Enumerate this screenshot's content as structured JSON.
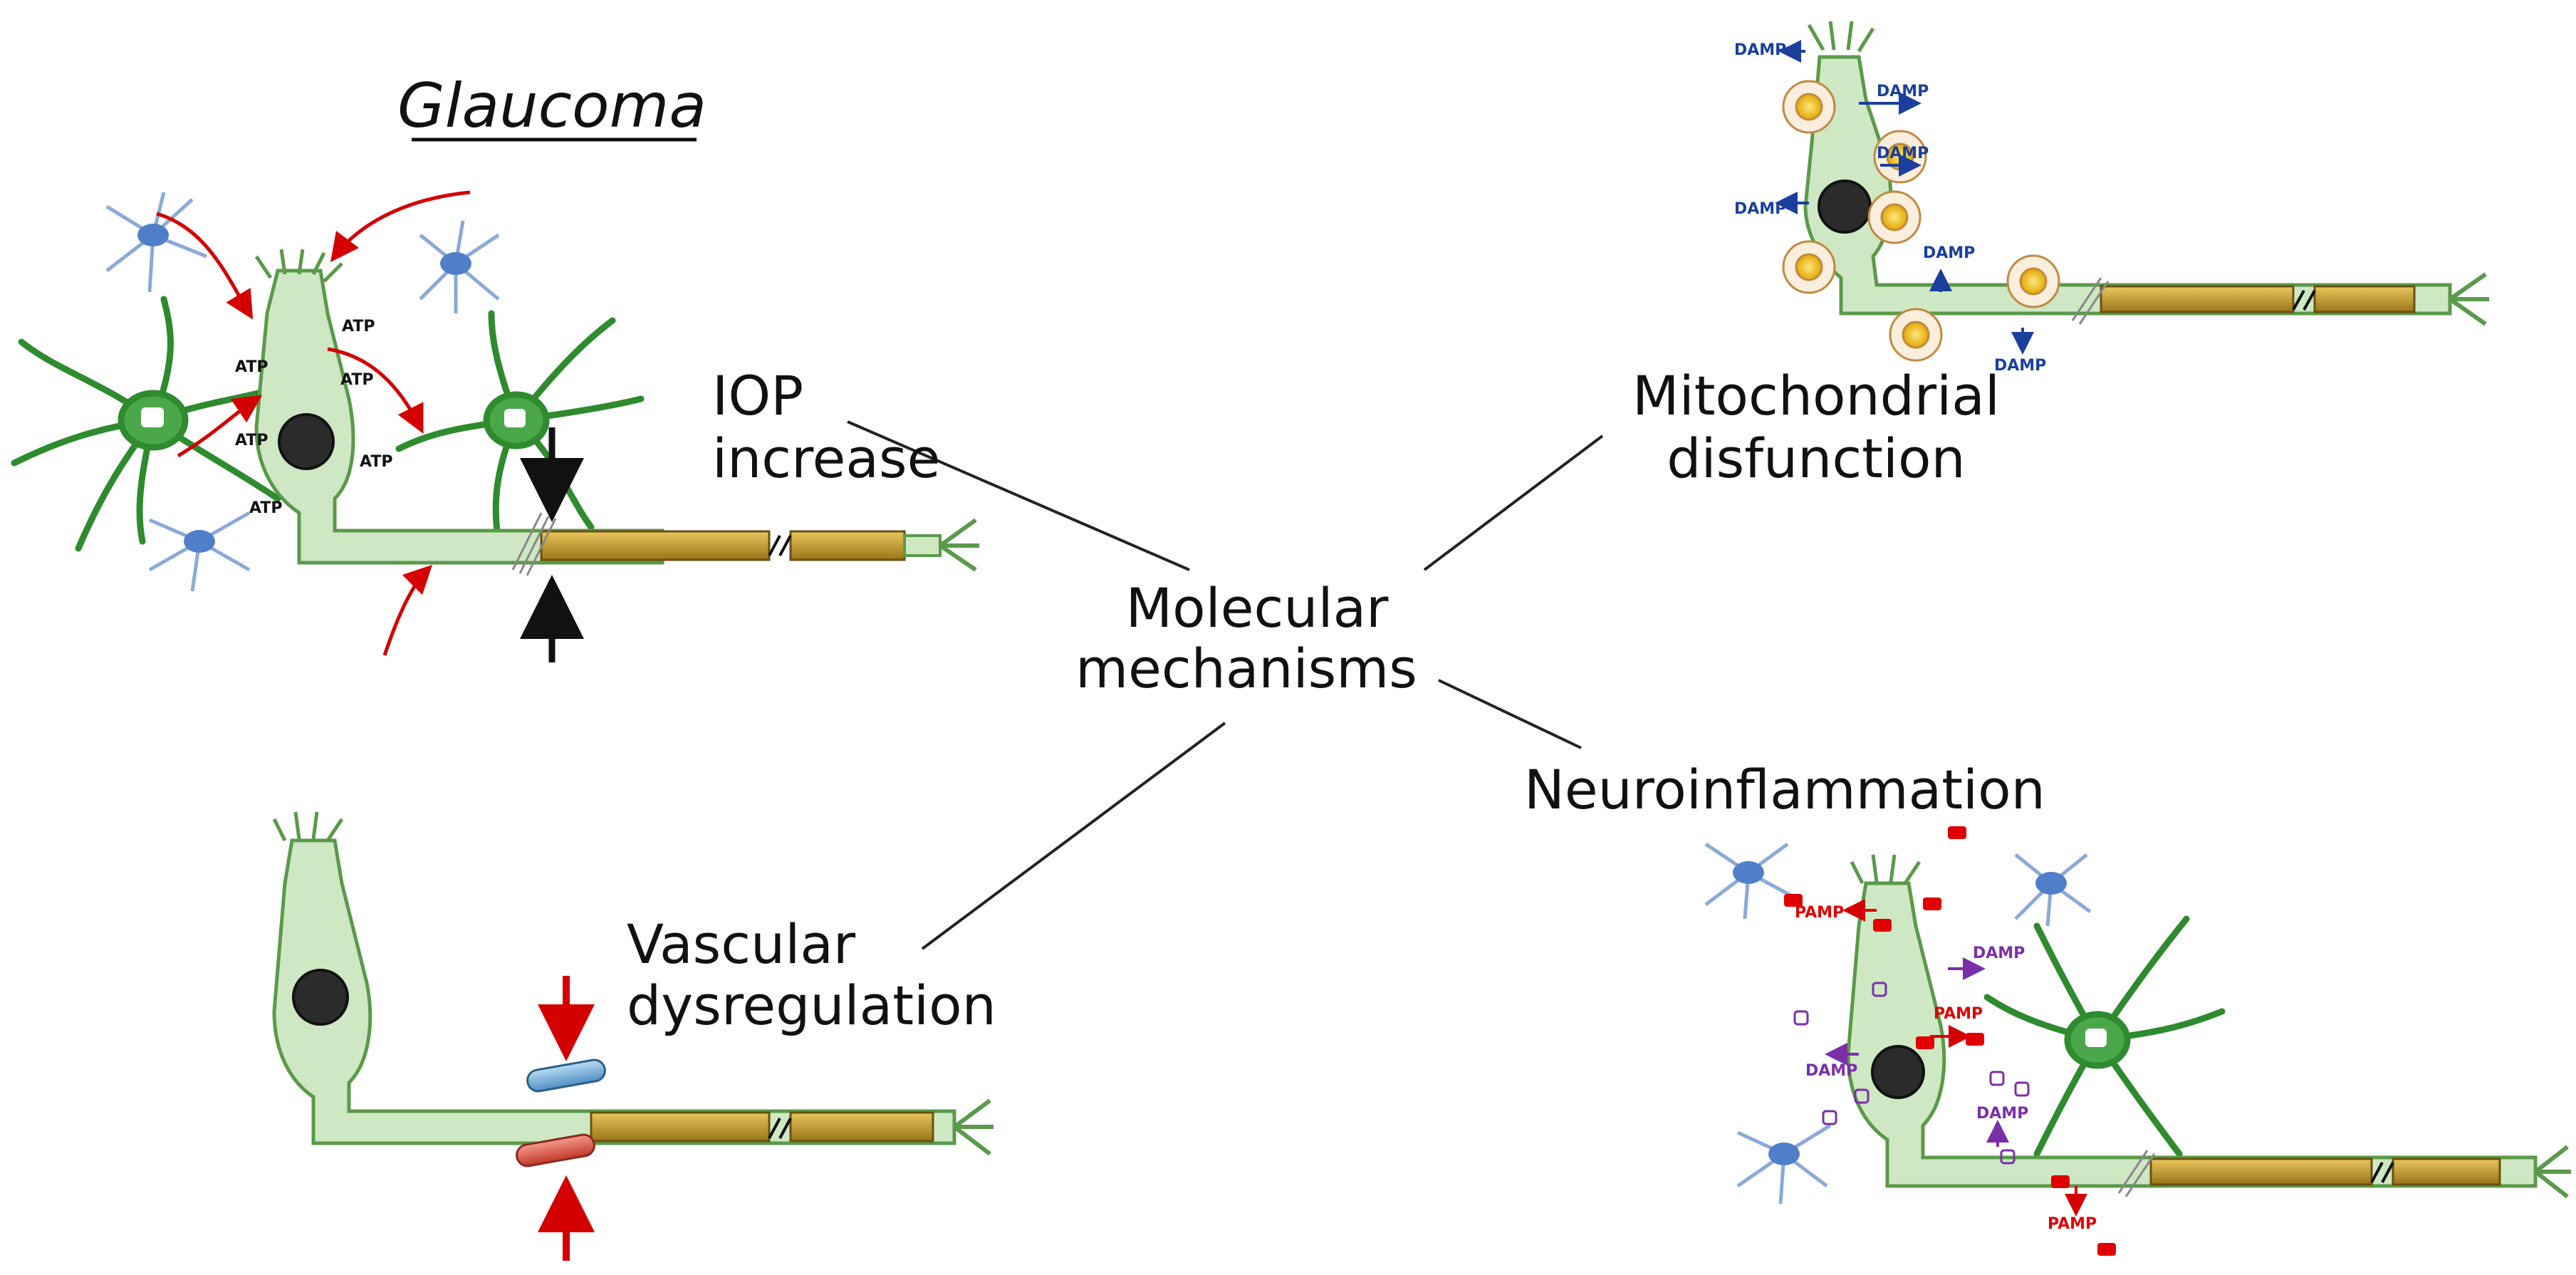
{
  "title": "Glaucoma",
  "center_label": [
    "Molecular",
    "mechanisms"
  ],
  "mechanisms": {
    "iop": [
      "IOP",
      "increase"
    ],
    "mito": [
      "Mitochondrial",
      "disfunction"
    ],
    "vascular": [
      "Vascular",
      "dysregulation"
    ],
    "neuro": "Neuroinflammation"
  },
  "markers": {
    "atp": "ATP",
    "damp": "DAMP",
    "pamp": "PAMP"
  },
  "colors": {
    "neuron_fill": "#cfe8c4",
    "neuron_stroke": "#5a9a4a",
    "nucleus": "#2b2b2b",
    "axon_myelin": "#c9a23a",
    "astrocyte": "#2e8b2e",
    "microglia": "#8aaad8",
    "pressure_arrow": "#d40000",
    "damp_blue": "#1a3f9c",
    "damp_purple": "#7a2fa8",
    "pamp_red": "#e00000",
    "mitochondrion": "#e2b400",
    "vessel_blue": "#7fb6e0",
    "vessel_red": "#e05a4a"
  }
}
